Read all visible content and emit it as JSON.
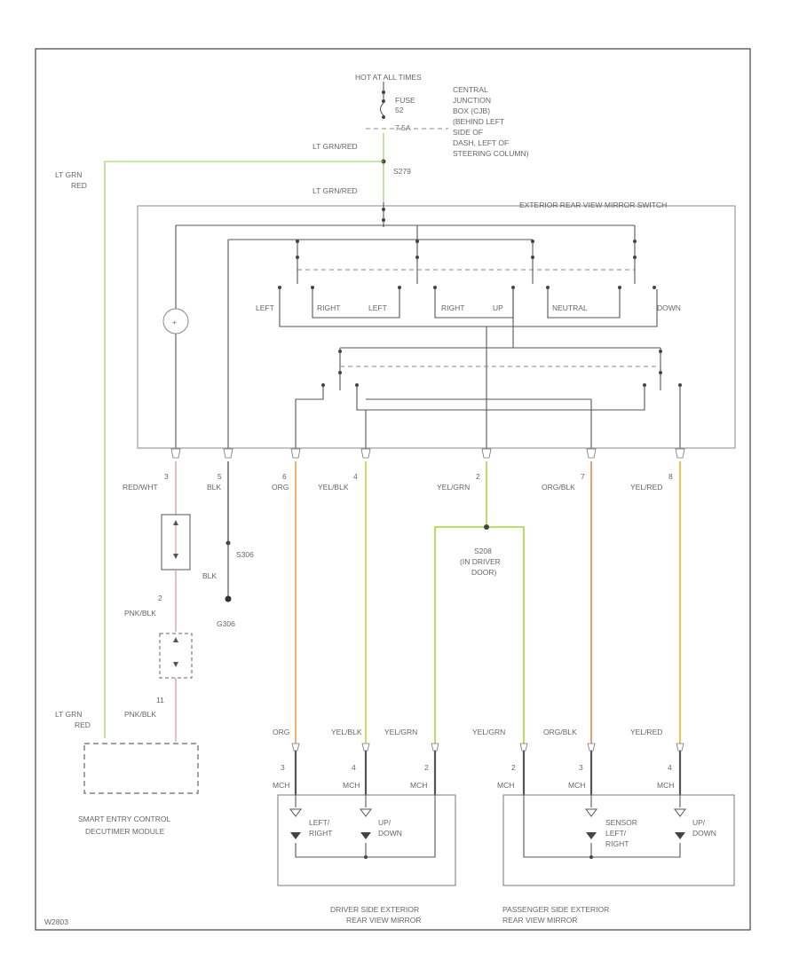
{
  "colors": {
    "lt_grn_red": "#8cd64a",
    "red_wht": "#e89a9a",
    "pnk_blk": "#e8a0a8",
    "org": "#f5b070",
    "yel_blk": "#d8d860",
    "yel_grn": "#b8e060",
    "org_blk": "#f0a070",
    "yel_red": "#f5c050",
    "black": "#555555"
  },
  "power": {
    "source": "HOT AT ALL TIMES",
    "fuse": [
      "FUSE",
      "52",
      "7.5A"
    ],
    "junction": [
      "CENTRAL",
      "JUNCTION",
      "BOX (CJB)",
      "(BEHIND LEFT",
      "SIDE OF",
      "DASH, LEFT OF",
      "STEERING COLUMN)"
    ],
    "splice": "S279"
  },
  "wires": {
    "lt_grn_red_1": "LT GRN/RED",
    "lt_grn_red_2": "LT GRN/RED",
    "lt_grn_left": [
      "LT GRN",
      "RED"
    ],
    "lt_grn_module": [
      "LT GRN",
      "RED"
    ]
  },
  "switch": {
    "name": "EXTERIOR REAR VIEW MIRROR SWITCH",
    "labels": [
      "LEFT",
      "RIGHT",
      "LEFT",
      "RIGHT",
      "UP",
      "NEUTRAL",
      "DOWN"
    ]
  },
  "switch_pins": [
    {
      "pin": "3",
      "color": "RED/WHT"
    },
    {
      "pin": "5",
      "color": "BLK"
    },
    {
      "pin": "6",
      "color": "ORG"
    },
    {
      "pin": "4",
      "color": "YEL/BLK"
    },
    {
      "pin": "2",
      "color": "YEL/GRN"
    },
    {
      "pin": "7",
      "color": "ORG/BLK"
    },
    {
      "pin": "8",
      "color": "YEL/RED"
    }
  ],
  "inline_connector": {
    "pin_top": "2",
    "wire": "PNK/BLK",
    "pin_bottom": "11",
    "wire_bottom": "PNK/BLK"
  },
  "ground": {
    "splice": "S306",
    "wire": "BLK",
    "ground": "G306"
  },
  "splice_driver": [
    "S208",
    "(IN DRIVER",
    "DOOR)"
  ],
  "module": [
    "SMART ENTRY CONTROL",
    "DECUTIMER MODULE"
  ],
  "mirror_wires": [
    {
      "color": "ORG",
      "pin": "3",
      "conn": "MCH"
    },
    {
      "color": "YEL/BLK",
      "pin": "4",
      "conn": "MCH"
    },
    {
      "color": "YEL/GRN",
      "pin": "2",
      "conn": "MCH"
    },
    {
      "color": "YEL/GRN",
      "pin": "2",
      "conn": "MCH"
    },
    {
      "color": "ORG/BLK",
      "pin": "3",
      "conn": "MCH"
    },
    {
      "color": "YEL/RED",
      "pin": "4",
      "conn": "MCH"
    }
  ],
  "driver_mirror": {
    "motor1": [
      "LEFT/",
      "RIGHT"
    ],
    "motor2": [
      "UP/",
      "DOWN"
    ],
    "title": [
      "DRIVER SIDE EXTERIOR",
      "REAR VIEW MIRROR"
    ]
  },
  "passenger_mirror": {
    "motor1": [
      "SENSOR",
      "LEFT/",
      "RIGHT"
    ],
    "motor2": [
      "UP/",
      "DOWN"
    ],
    "title": [
      "PASSENGER SIDE EXTERIOR",
      "REAR VIEW MIRROR"
    ]
  },
  "footer_code": "W2803"
}
